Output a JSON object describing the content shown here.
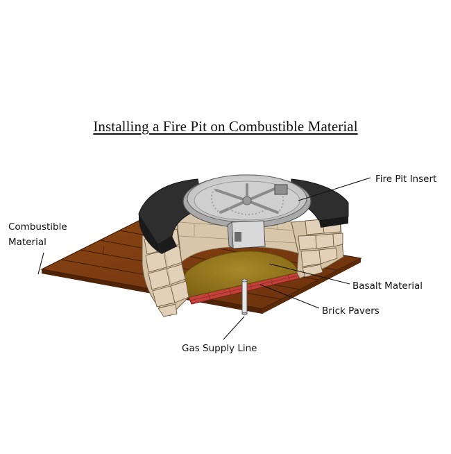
{
  "title": "Installing a Fire Pit on Combustible Material",
  "labels": {
    "fire_pit_insert": "Fire Pit Insert",
    "combustible_line1": "Combustible",
    "combustible_line2": "Material",
    "basalt_material": "Basalt Material",
    "brick_pavers": "Brick Pavers",
    "gas_supply_line": "Gas Supply Line"
  },
  "colors": {
    "wood": "#7a3a10",
    "wood_seam": "#3d1c06",
    "brick_light": "#e2d1b8",
    "brick_shade": "#c4ae90",
    "cap": "#2e2e2e",
    "basalt": "#9a7a1e",
    "paver": "#c2413a",
    "insert": "#d7d7d7"
  }
}
